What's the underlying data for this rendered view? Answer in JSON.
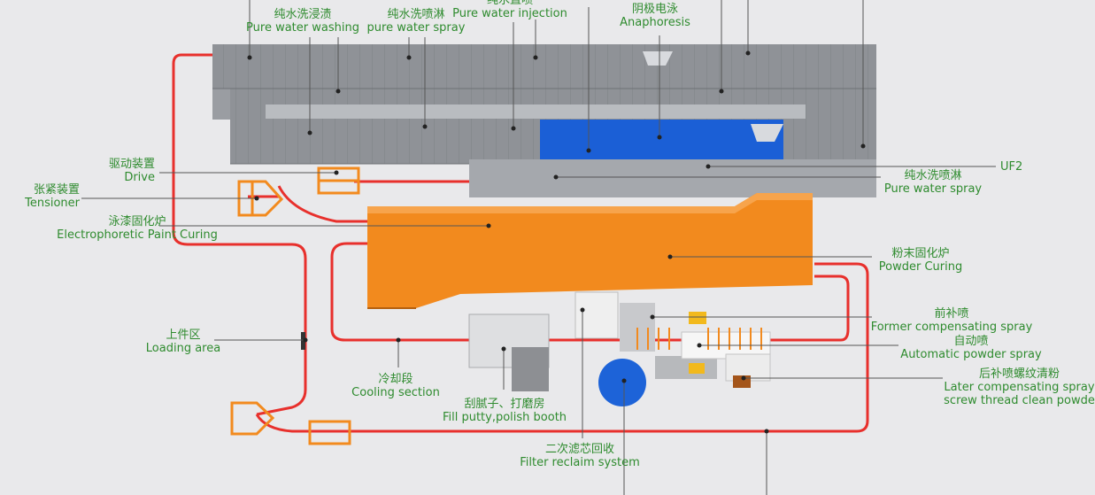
{
  "labels": {
    "pure_water_washing": {
      "zh": "纯水洗浸渍",
      "en": "Pure water washing"
    },
    "pure_water_spray_top": {
      "zh": "纯水洗喷淋",
      "en": "pure water spray"
    },
    "pure_water_injection": {
      "zh": "纯水直喷",
      "en": "Pure water injection"
    },
    "anaphoresis": {
      "zh": "阴极电泳",
      "en": "Anaphoresis"
    },
    "drive": {
      "zh": "驱动装置",
      "en": "Drive"
    },
    "tensioner": {
      "zh": "张紧装置",
      "en": "Tensioner"
    },
    "ep_curing": {
      "zh": "泳漆固化炉",
      "en": "Electrophoretic Paint Curing"
    },
    "pure_water_spray_right": {
      "zh": "纯水洗喷淋",
      "en": "Pure water spray"
    },
    "uf2": {
      "en": "UF2"
    },
    "powder_curing": {
      "zh": "粉末固化炉",
      "en": "Powder Curing"
    },
    "former_spray": {
      "zh": "前补喷",
      "en": "Former compensating spray"
    },
    "auto_spray": {
      "zh": "自动喷",
      "en": "Automatic powder spray"
    },
    "later_spray": {
      "zh": "后补喷螺纹清粉",
      "en": "Later compensating spray",
      "en2": "screw thread clean powde"
    },
    "loading": {
      "zh": "上件区",
      "en": "Loading area"
    },
    "cooling": {
      "zh": "冷却段",
      "en": "Cooling section"
    },
    "putty": {
      "zh": "刮腻子、打磨房",
      "en": "Fill putty,polish booth"
    },
    "filter": {
      "zh": "二次滤芯回收",
      "en": "Filter reclaim system"
    }
  },
  "colors": {
    "tank_gray": "#8e9196",
    "oven_orange": "#f28a1e",
    "anaphoresis_blue": "#1b5fd6",
    "conveyor_red": "#e8302c",
    "label_green": "#2e8b2e",
    "fan_blue": "#1d63d8"
  },
  "icons": [
    "drive-unit-icon",
    "tensioner-unit-icon",
    "fan-icon",
    "spray-booth-icon"
  ]
}
